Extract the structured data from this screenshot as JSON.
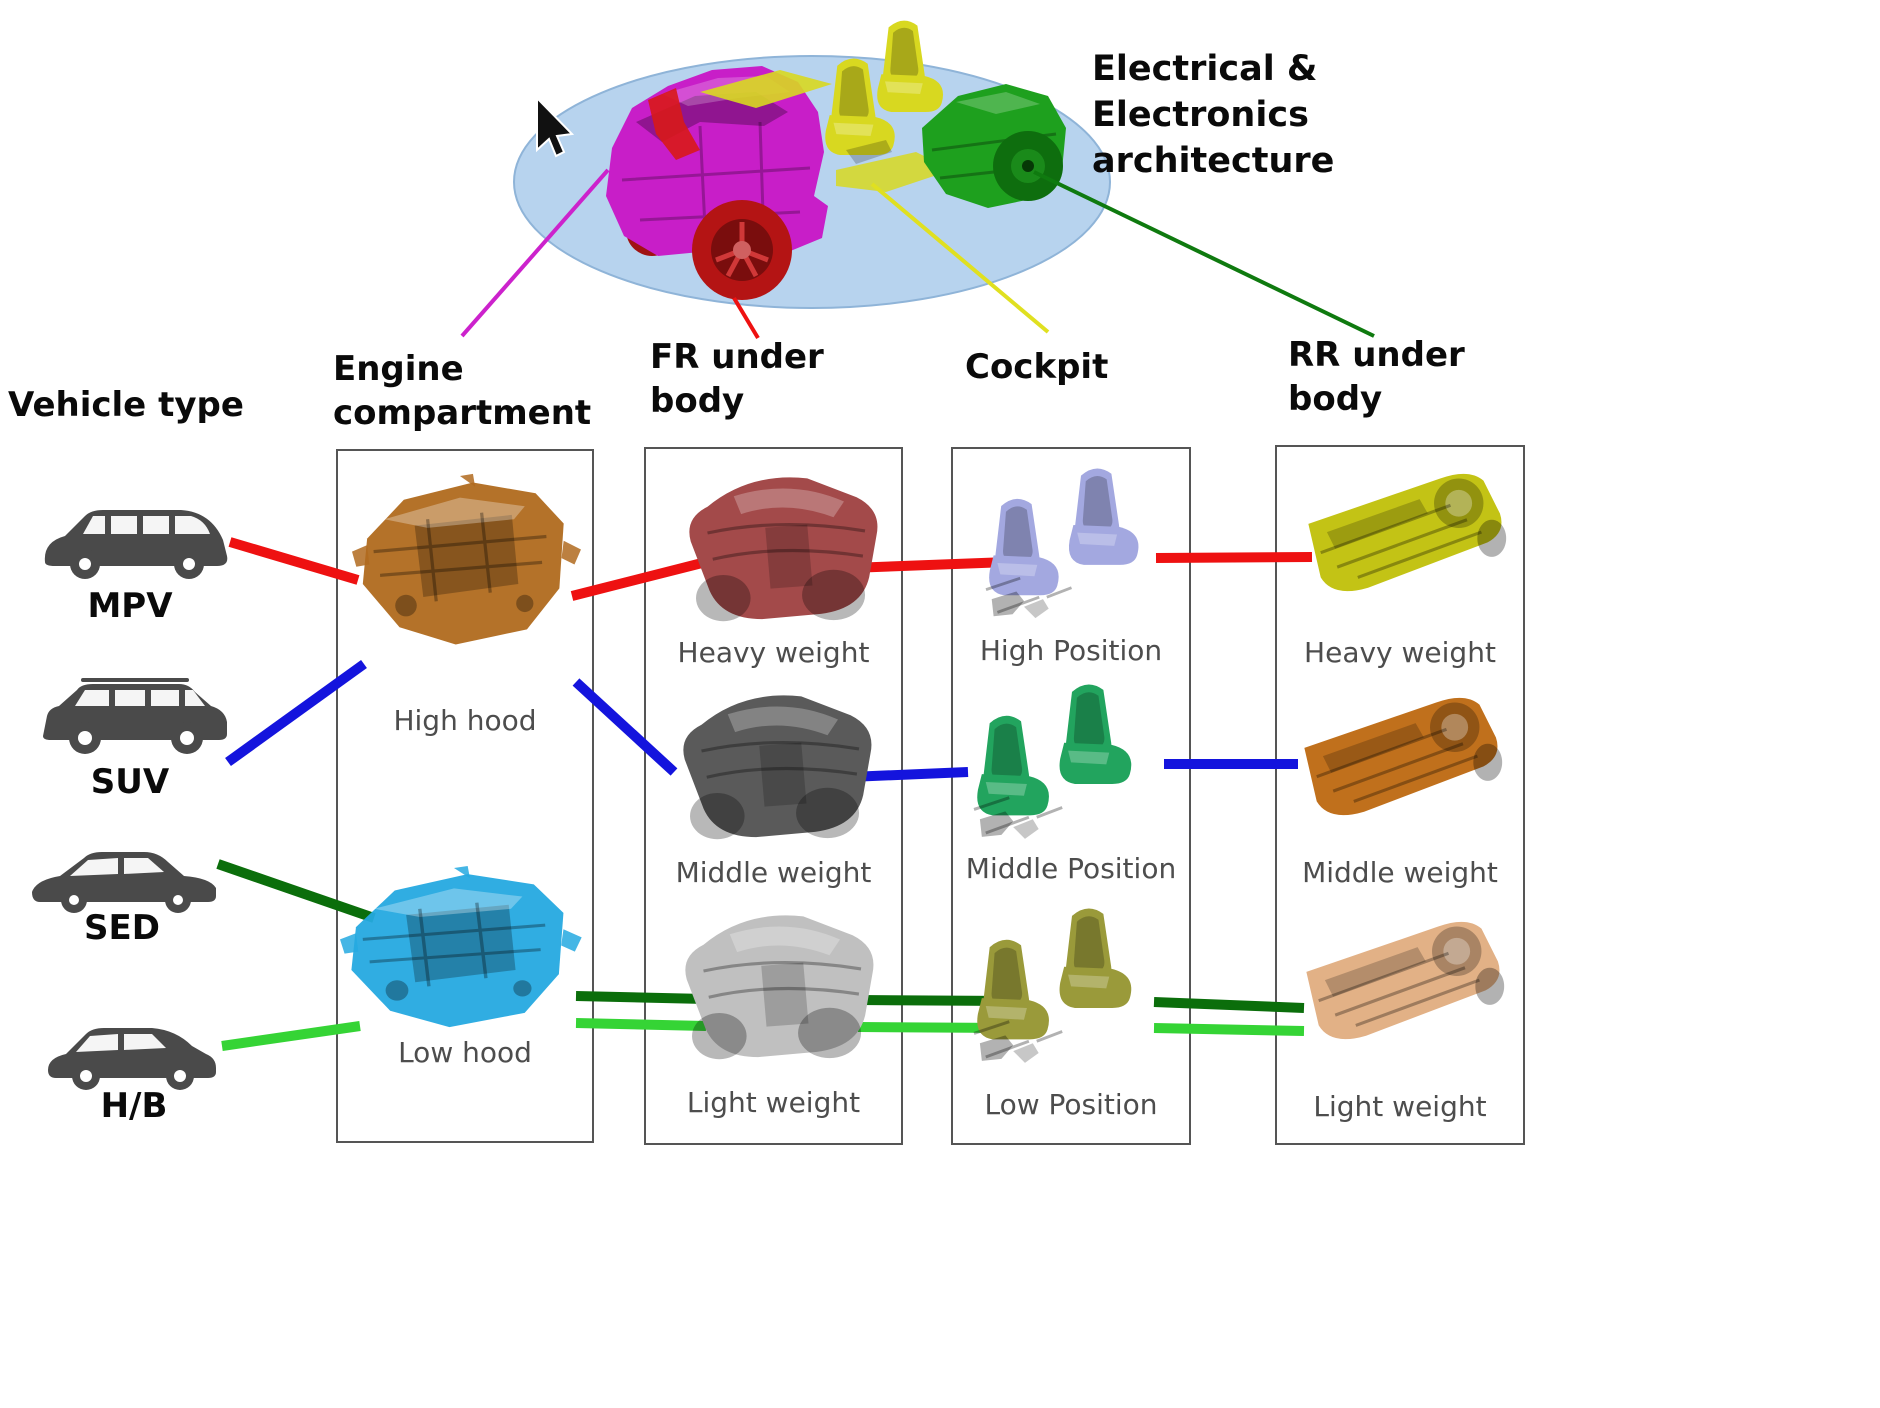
{
  "architecture_label": "Electrical &\nElectronics\narchitecture",
  "vehicle_type_header": "Vehicle type",
  "vehicles": [
    {
      "id": "mpv",
      "label": "MPV"
    },
    {
      "id": "suv",
      "label": "SUV"
    },
    {
      "id": "sed",
      "label": "SED"
    },
    {
      "id": "hb",
      "label": "H/B"
    }
  ],
  "columns": {
    "engine": {
      "header": "Engine\ncompartment",
      "items": [
        {
          "label": "High hood"
        },
        {
          "label": "Low hood"
        }
      ]
    },
    "fr": {
      "header": "FR under\nbody",
      "items": [
        {
          "label": "Heavy weight"
        },
        {
          "label": "Middle weight"
        },
        {
          "label": "Light weight"
        }
      ]
    },
    "cockpit": {
      "header": "Cockpit",
      "items": [
        {
          "label": "High Position"
        },
        {
          "label": "Middle Position"
        },
        {
          "label": "Low Position"
        }
      ]
    },
    "rr": {
      "header": "RR under\nbody",
      "items": [
        {
          "label": "Heavy weight"
        },
        {
          "label": "Middle weight"
        },
        {
          "label": "Light weight"
        }
      ]
    }
  },
  "connections": [
    {
      "vehicle": "MPV",
      "route": [
        "High hood",
        "Heavy weight",
        "High Position",
        "Heavy weight"
      ],
      "color": "#ee1111"
    },
    {
      "vehicle": "SUV",
      "route": [
        "High hood",
        "Middle weight",
        "Middle Position",
        "Middle weight"
      ],
      "color": "#1414dd"
    },
    {
      "vehicle": "SED",
      "route": [
        "Low hood",
        "Light weight",
        "Low Position",
        "Light weight"
      ],
      "color": "#0b6e0b"
    },
    {
      "vehicle": "H/B",
      "route": [
        "Low hood",
        "Light weight",
        "Low Position",
        "Light weight"
      ],
      "color": "#35d435"
    }
  ],
  "callouts": {
    "engine": "#cc22cc",
    "fr": "#ee1111",
    "cockpit": "#e0e020",
    "rr": "#0f7a0f"
  },
  "art_colors": {
    "stage_ellipse": "#b7d3ee",
    "model_engine": "#c81ec8",
    "model_wheel": "#b41414",
    "model_cockpit": "#d8d820",
    "model_rr": "#1ea01e",
    "vehicle_silhouette": "#4a4a4a",
    "high_hood": "#b06a1e",
    "low_hood": "#25a9e0",
    "fr_heavy": "#a34a4a",
    "fr_middle": "#5a5a5a",
    "fr_light": "#c0c0c0",
    "cockpit_high": "#a3a8e0",
    "cockpit_middle": "#22a45e",
    "cockpit_low": "#9a9a3a",
    "rr_heavy": "#c3c315",
    "rr_middle": "#c0701c",
    "rr_light": "#e2b186"
  }
}
